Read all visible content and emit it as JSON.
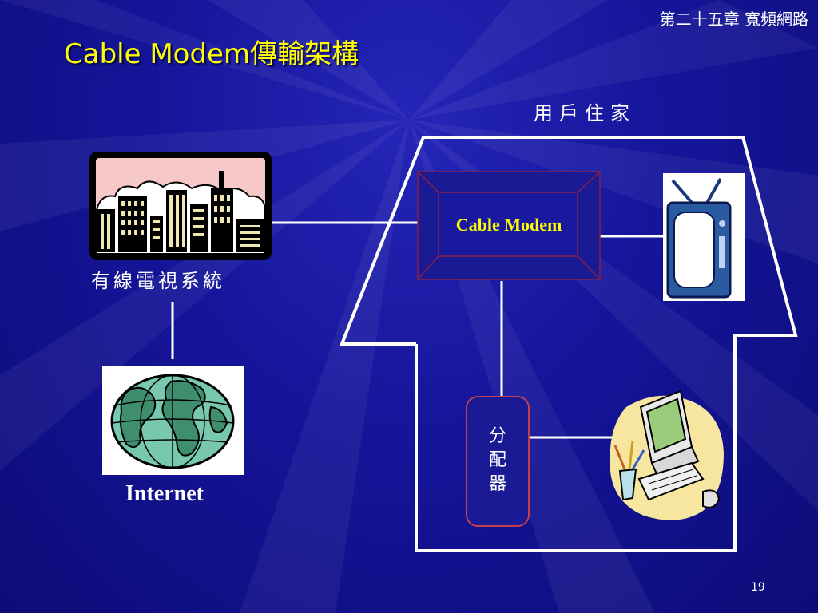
{
  "header": {
    "chapter": "第二十五章 寬頻網路",
    "title": "Cable Modem傳輸架構"
  },
  "diagram": {
    "home_label": "用戶住家",
    "cable_system_label": "有線電視系統",
    "internet_label": "Internet",
    "modem_label": "Cable Modem",
    "splitter_label": "分\n配\n器",
    "icons": [
      "city-icon",
      "globe-icon",
      "tv-icon",
      "computer-icon"
    ]
  },
  "footer": {
    "page_number": "19"
  },
  "colors": {
    "background": "#0f0f8a",
    "title": "#ffff00",
    "text": "#ffffff",
    "modem_border": "#8a2040",
    "lines": "#ffffff"
  }
}
